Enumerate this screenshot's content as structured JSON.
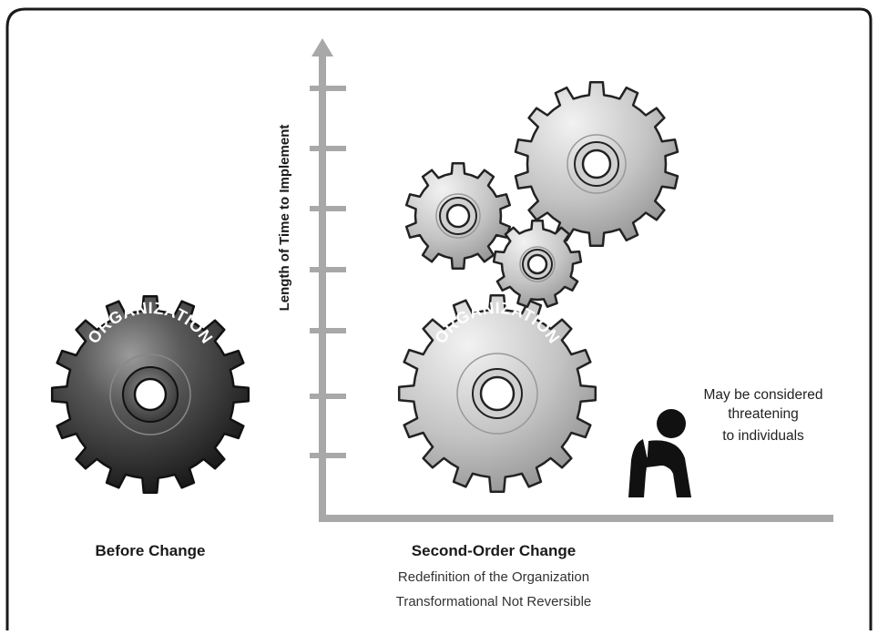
{
  "gear_label": "ORGANIZATION",
  "axis": {
    "y_label": "Length of Time to Implement",
    "tick_count": 7
  },
  "captions": {
    "before": "Before Change",
    "second_order_title": "Second-Order Change",
    "line1": "Redefinition of the Organization",
    "line2": "Transformational Not Reversible"
  },
  "note": {
    "line1": "May be considered",
    "line2": "threatening",
    "line3": "to individuals"
  },
  "colors": {
    "frame": "#1a1a1a",
    "axis": "#a8a8a8",
    "gear_dark": "#2b2b2b",
    "gear_light": "#b4b4b4",
    "figure": "#111111"
  }
}
